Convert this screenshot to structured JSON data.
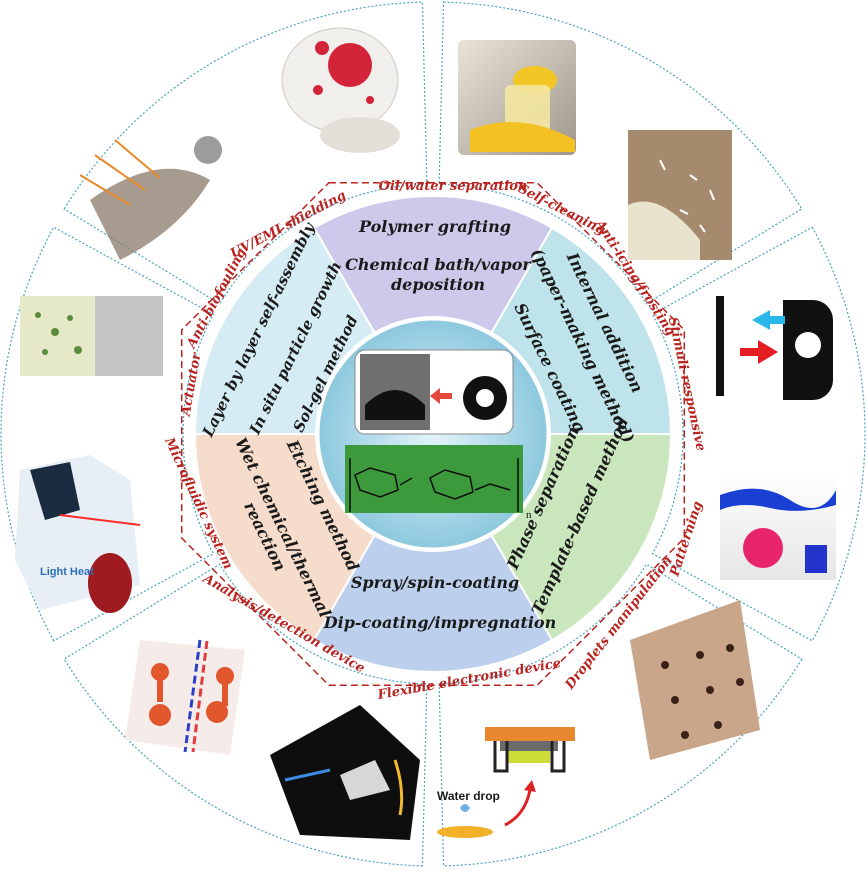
{
  "center": {
    "chem_subscript": "n"
  },
  "methods": [
    {
      "lines": [
        "Polymer grafting"
      ],
      "color": "#ccc9ea"
    },
    {
      "lines": [
        "Chemical bath/vapor",
        "deposition"
      ],
      "color": "#ccc9ea"
    },
    {
      "lines": [
        "Internal addition"
      ],
      "color": "#bfe3ea"
    },
    {
      "lines": [
        "(paper-making method)"
      ],
      "color": "#bfe3ea"
    },
    {
      "lines": [
        "Surface coating"
      ],
      "color": "#bfe3ea"
    },
    {
      "lines": [
        "Phase separation"
      ],
      "color": "#c9e6bd"
    },
    {
      "lines": [
        "Template-based method"
      ],
      "color": "#c9e6bd"
    },
    {
      "lines": [
        "Spray/spin-coating"
      ],
      "color": "#bcd0ee"
    },
    {
      "lines": [
        "Dip-coating/impregnation"
      ],
      "color": "#bcd0ee"
    },
    {
      "lines": [
        "Etching method"
      ],
      "color": "#f6dccb"
    },
    {
      "lines": [
        "Wet chemical/thermal",
        "reaction"
      ],
      "color": "#f6dccb"
    },
    {
      "lines": [
        "Layer by layer self-assembly"
      ],
      "color": "#d6ecf5"
    },
    {
      "lines": [
        "In situ particle growth"
      ],
      "color": "#d6ecf5"
    },
    {
      "lines": [
        "Sol-gel method"
      ],
      "color": "#d6ecf5"
    }
  ],
  "applications": [
    "Oil/water separation",
    "Self-cleaning",
    "Anti-icing/frosting",
    "Stimuli-responsive",
    "Patterning",
    "Droplets manipulation",
    "Flexible electronic device",
    "Analysis/detection device",
    "Microfluidic system",
    "Actuator",
    "Anti-biofouling",
    "UV/EMI shielding"
  ],
  "photo_labels": {
    "light_heat": "Light Heat",
    "water_drop": "Water drop"
  },
  "colors": {
    "ring_outline": "#4aa3c0",
    "octagon": "#b8231f",
    "application_text": "#b8231f",
    "method_text": "#1a1a1a",
    "center_green": "#3d9a3c",
    "center_blue": "#a9d5e6"
  }
}
